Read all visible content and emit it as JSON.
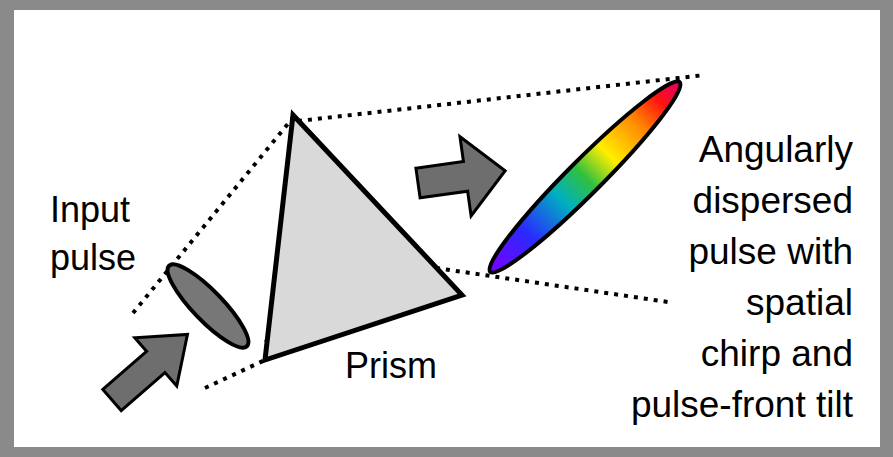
{
  "diagram": {
    "labels": [
      "Input pulse",
      "Prism",
      "Angularly dispersed pulse with spatial chirp and pulse-front tilt"
    ]
  }
}
